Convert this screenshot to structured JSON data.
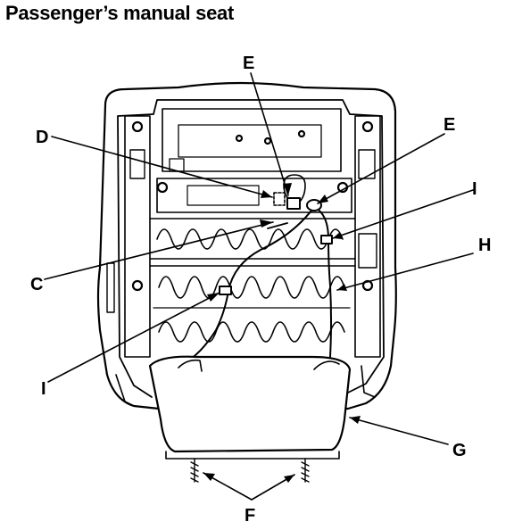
{
  "title": "Passenger’s manual seat",
  "callouts": {
    "E_top": "E",
    "E_right": "E",
    "D": "D",
    "I_right": "I",
    "H": "H",
    "C": "C",
    "I_left": "I",
    "G": "G",
    "F": "F"
  }
}
